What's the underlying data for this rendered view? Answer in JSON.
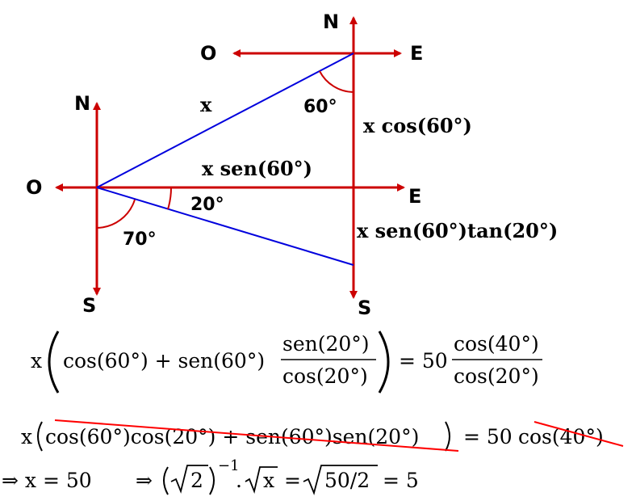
{
  "colors": {
    "axis": "#cc0000",
    "segment": "#0000dd",
    "text": "#000000",
    "strike": "#ff0000"
  },
  "compass": {
    "top_right": {
      "north": "N",
      "west": "O",
      "east": "E",
      "south": "S"
    },
    "left": {
      "north": "N",
      "west": "O",
      "east": "E",
      "south": "S"
    }
  },
  "segments": {
    "hypotenuse": "x",
    "horizontal": "x sen(60°)",
    "vertical_top": "x cos(60°)",
    "vertical_bottom": "x sen(60°)tan(20°)"
  },
  "angles": {
    "top": "60°",
    "middle": "20°",
    "bottom": "70°"
  },
  "equations": {
    "eq1": {
      "lhs_var": "x",
      "term1": "cos(60°) + sen(60°)",
      "frac_num": "sen(20°)",
      "frac_den": "cos(20°)",
      "rhs_coef": "= 50",
      "rhs_num": "cos(40°)",
      "rhs_den": "cos(20°)"
    },
    "eq2": {
      "lhs_var": "x",
      "struck": "cos(60°)cos(20°) + sen(60°)sen(20°)",
      "rhs_coef": "= 50",
      "rhs_struck": "cos(40°)"
    },
    "eq3": {
      "part1": "⇒ x = 50",
      "part2_arrow": "⇒",
      "part2_root": "2",
      "part2_exp": "−1",
      "part2_dot": ".",
      "part2_root2": "x",
      "part2_eq": "=",
      "part2_root3": "50/2",
      "part2_result": "= 5"
    }
  }
}
